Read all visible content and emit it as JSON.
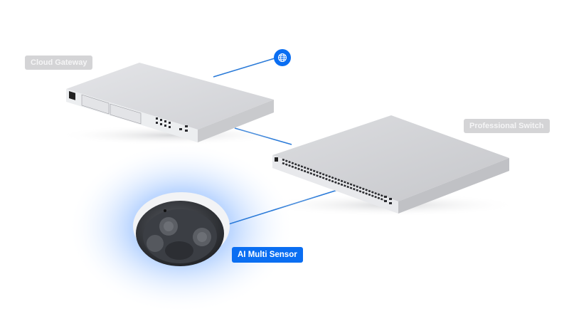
{
  "diagram": {
    "nodes": [
      {
        "id": "cloud-gateway",
        "label": "Cloud Gateway",
        "style": "gray"
      },
      {
        "id": "professional-switch",
        "label": "Professional Switch",
        "style": "gray"
      },
      {
        "id": "ai-multi-sensor",
        "label": "AI Multi Sensor",
        "style": "blue"
      },
      {
        "id": "internet",
        "icon": "globe-icon"
      }
    ],
    "edges": [
      {
        "from": "cloud-gateway",
        "to": "internet"
      },
      {
        "from": "cloud-gateway",
        "to": "professional-switch"
      },
      {
        "from": "professional-switch",
        "to": "ai-multi-sensor"
      }
    ],
    "colors": {
      "accent": "#0a6ef2",
      "link_line": "#2a7ad8",
      "label_gray_bg": "#d4d4d6",
      "label_gray_text": "#f5f5f6",
      "device_body": "#dcdde0",
      "glow": "#6ea8ff"
    }
  }
}
